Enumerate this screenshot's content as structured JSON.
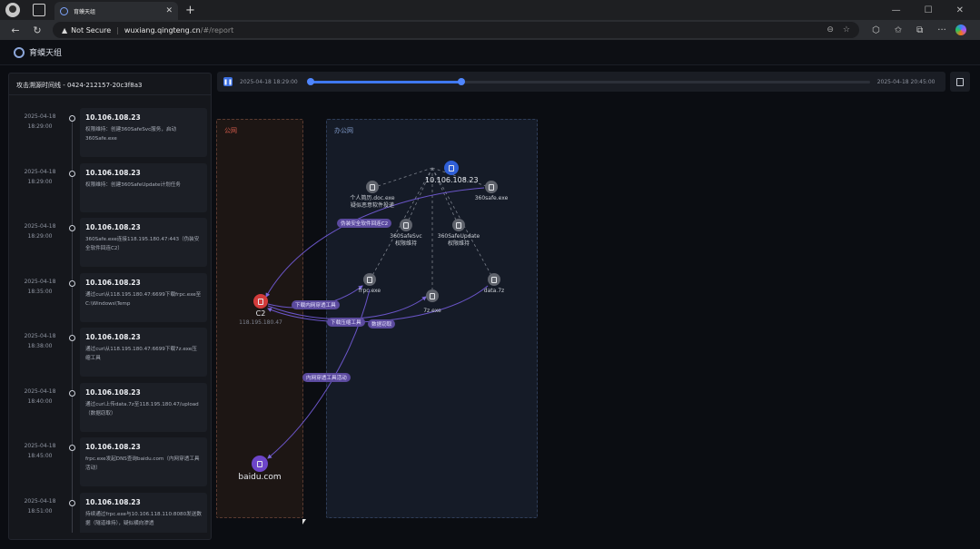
{
  "browser": {
    "tab_title": "育蟆天组",
    "not_secure": "Not Secure",
    "url_host": "wuxiang.qingteng.cn",
    "url_path": "/#/report"
  },
  "app": {
    "name": "育蟆天组"
  },
  "timeline": {
    "title": "攻击溯源时间线 - 0424-212157-20c3f8a3",
    "events": [
      {
        "date": "2025-04-18",
        "time": "18:29:00",
        "ip": "10.106.108.23",
        "desc": "权限维持：创建360SafeSvc服务，启动360Safe.exe"
      },
      {
        "date": "2025-04-18",
        "time": "18:29:00",
        "ip": "10.106.108.23",
        "desc": "权限维持：创建360SafeUpdate计划任务"
      },
      {
        "date": "2025-04-18",
        "time": "18:29:00",
        "ip": "10.106.108.23",
        "desc": "360Safe.exe连接118.195.180.47:443（伪装安全软件回连C2）"
      },
      {
        "date": "2025-04-18",
        "time": "18:35:00",
        "ip": "10.106.108.23",
        "desc": "通过curl从118.195.180.47:6699下载frpc.exe至C:\\Windows\\Temp"
      },
      {
        "date": "2025-04-18",
        "time": "18:38:00",
        "ip": "10.106.108.23",
        "desc": "通过curl从118.195.180.47:6699下载7z.exe压缩工具"
      },
      {
        "date": "2025-04-18",
        "time": "18:40:00",
        "ip": "10.106.108.23",
        "desc": "通过curl上传data.7z至118.195.180.47/upload（数据窃取）"
      },
      {
        "date": "2025-04-18",
        "time": "18:45:00",
        "ip": "10.106.108.23",
        "desc": "frpc.exe发起DNS查询baidu.com（内网穿透工具活动）"
      },
      {
        "date": "2025-04-18",
        "time": "18:51:00",
        "ip": "10.106.108.23",
        "desc": "持续通过frpc.exe与10.106.118.110:8080发送数据（隧道维持），疑似横向渗透"
      }
    ]
  },
  "player": {
    "start": "2025-04-18 18:29:00",
    "end": "2025-04-18 20:45:00",
    "progress": 0.27,
    "range_start": 0.0
  },
  "graph": {
    "zone_public": "公网",
    "zone_office": "办公网",
    "host": "10.106.108.23",
    "c2_name": "C2",
    "c2_ip": "118.195.180.47",
    "baidu": "baidu.com",
    "nodes": {
      "resume": "个人简历.doc.exe\n疑似恶意软件投递",
      "safe360": "360safe.exe",
      "svc": "360SafeSvc\n权限维持",
      "update": "360SafeUpdate\n权限维持",
      "frpc": "frpc.exe",
      "sevenz": "7z.exe",
      "data": "data.7z"
    },
    "edge_labels": {
      "c2_callback": "伪装安全软件回连C2",
      "dl_tunnel": "下载内网穿透工具",
      "dl_compress": "下载压缩工具",
      "exfil": "数据窃取",
      "tunnel_activity": "内网穿透工具活动"
    }
  },
  "colors": {
    "accent": "#3f78f0",
    "edge": "#6a55c8",
    "c2": "#d23b3b",
    "host": "#2f5fd6"
  }
}
